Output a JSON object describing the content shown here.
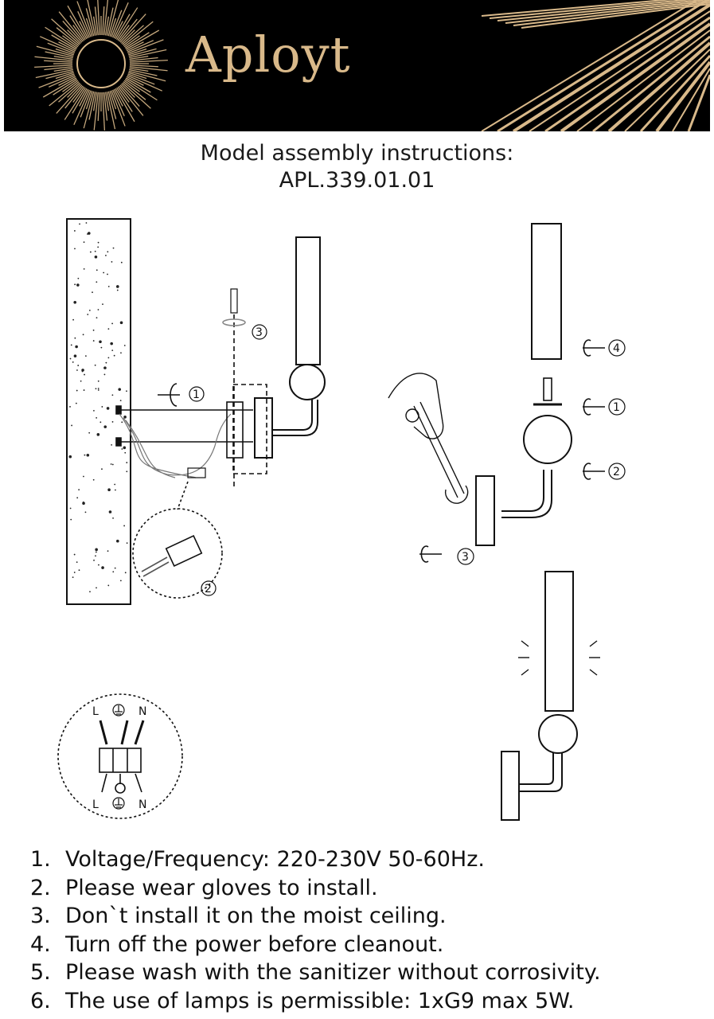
{
  "brand": {
    "name": "Aployt",
    "accent_color": "#d9b98a",
    "header_bg": "#000000"
  },
  "title": {
    "line1": "Model assembly instructions:",
    "line2": "APL.339.01.01"
  },
  "diagram": {
    "step_markers": [
      "1",
      "2",
      "3",
      "4"
    ],
    "wiring_labels": {
      "live": "L",
      "neutral": "N"
    },
    "icons": [
      "ground-icon",
      "wrench-icon",
      "rotate-icon",
      "light-rays-icon"
    ]
  },
  "notes": [
    {
      "num": "1.",
      "text": "Voltage/Frequency: 220-230V 50-60Hz."
    },
    {
      "num": "2.",
      "text": "Please wear gloves to install."
    },
    {
      "num": "3.",
      "text": "Don`t install it on the moist ceiling."
    },
    {
      "num": "4.",
      "text": "Turn off the power before cleanout."
    },
    {
      "num": "5.",
      "text": "Please wash with the sanitizer without corrosivity."
    },
    {
      "num": "6.",
      "text": "The use of lamps is permissible: 1xG9 max 5W."
    }
  ]
}
